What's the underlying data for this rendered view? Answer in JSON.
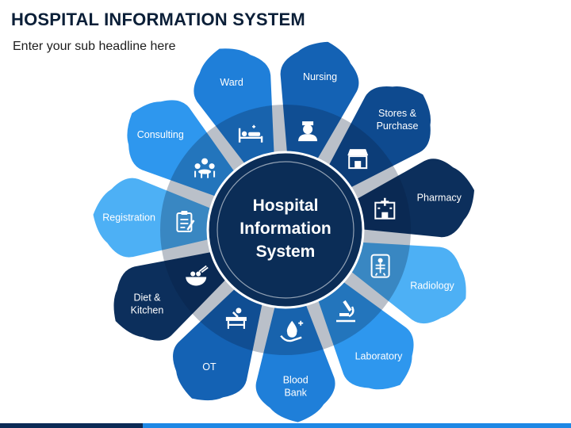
{
  "header": {
    "title": "HOSPITAL INFORMATION SYSTEM",
    "subtitle": "Enter your sub headline here"
  },
  "center": {
    "line1": "Hospital",
    "line2": "Information",
    "line3": "System"
  },
  "segments": [
    {
      "id": "registration",
      "lines": [
        "Registration"
      ],
      "color": "#4db0f5",
      "icon": "clipboard-icon"
    },
    {
      "id": "consulting",
      "lines": [
        "Consulting"
      ],
      "color": "#2e97ee",
      "icon": "meeting-icon"
    },
    {
      "id": "ward",
      "lines": [
        "Ward"
      ],
      "color": "#1f7fd9",
      "icon": "hospital-bed-icon"
    },
    {
      "id": "nursing",
      "lines": [
        "Nursing"
      ],
      "color": "#1462b4",
      "icon": "nurse-icon"
    },
    {
      "id": "stores-purchase",
      "lines": [
        "Stores &",
        "Purchase"
      ],
      "color": "#0e4a8f",
      "icon": "store-icon"
    },
    {
      "id": "pharmacy",
      "lines": [
        "Pharmacy"
      ],
      "color": "#0c2f5c",
      "icon": "pharmacy-icon"
    },
    {
      "id": "radiology",
      "lines": [
        "Radiology"
      ],
      "color": "#4db0f5",
      "icon": "xray-icon"
    },
    {
      "id": "laboratory",
      "lines": [
        "Laboratory"
      ],
      "color": "#2e97ee",
      "icon": "microscope-icon"
    },
    {
      "id": "blood-bank",
      "lines": [
        "Blood",
        "Bank"
      ],
      "color": "#1f7fd9",
      "icon": "blood-drop-icon"
    },
    {
      "id": "ot",
      "lines": [
        "OT"
      ],
      "color": "#1462b4",
      "icon": "surgery-icon"
    },
    {
      "id": "diet-kitchen",
      "lines": [
        "Diet &",
        "Kitchen"
      ],
      "color": "#0c2f5c",
      "icon": "food-bowl-icon"
    }
  ]
}
